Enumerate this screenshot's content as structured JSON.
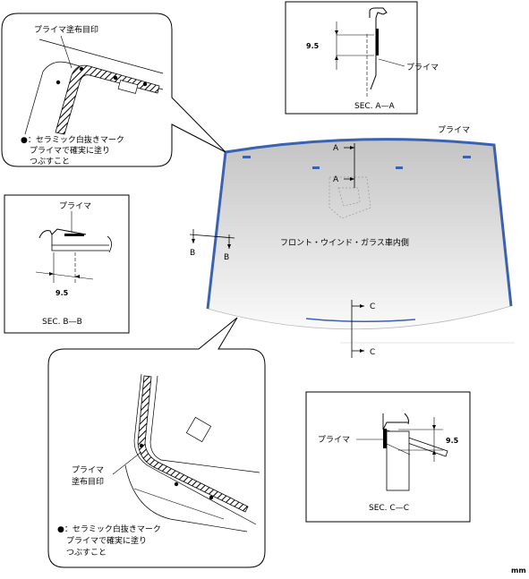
{
  "top_left_callout": {
    "primer_mark_label": "プライマ塗布目印",
    "note_line1": "●：セラミック白抜きマーク",
    "note_line2": "プライマで確実に塗り",
    "note_line3": "つぶすこと"
  },
  "section_aa": {
    "dimension": "9.5",
    "primer_label": "プライマ",
    "caption": "SEC. A—A"
  },
  "section_bb": {
    "primer_label": "プライマ",
    "dimension": "9.5",
    "caption": "SEC. B—B"
  },
  "section_cc": {
    "primer_label": "プライマ",
    "dimension": "9.5",
    "caption": "SEC. C—C"
  },
  "bottom_left_callout": {
    "primer_mark_label_line1": "プライマ",
    "primer_mark_label_line2": "塗布目印",
    "note_line1": "●：セラミック白抜きマーク",
    "note_line2": "プライマで確実に塗り",
    "note_line3": "つぶすこと"
  },
  "windshield": {
    "primer_label": "プライマ",
    "center_label": "フロント・ウインド・ガラス車内側",
    "cut_a_top": "A",
    "cut_a_mid": "A",
    "cut_b_left": "B",
    "cut_b_right": "B",
    "cut_c_top": "C",
    "cut_c_bottom": "C"
  },
  "unit_label": "mm",
  "colors": {
    "primer_blue": "#3a62b0",
    "glass_top": "#f6f6f6",
    "glass_bottom": "#c9c9c9"
  }
}
